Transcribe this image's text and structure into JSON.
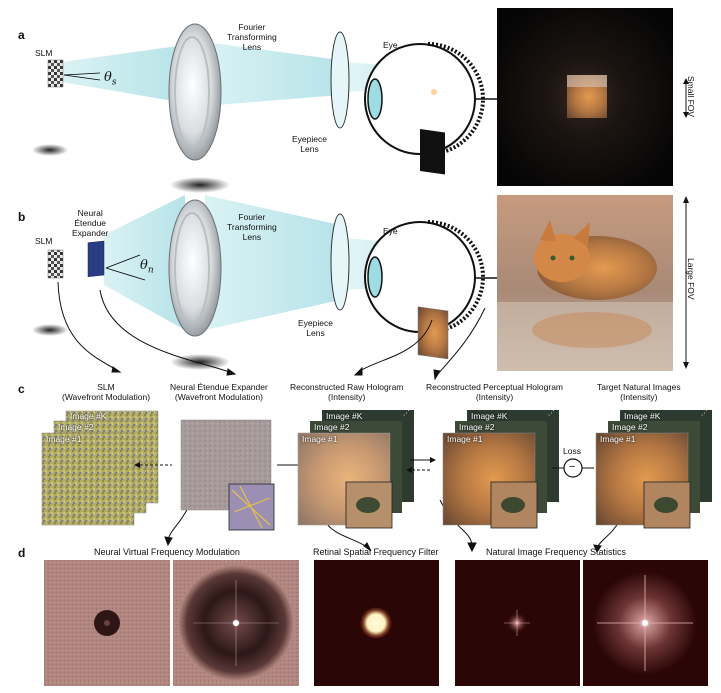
{
  "panels": {
    "a": "a",
    "b": "b",
    "c": "c",
    "d": "d"
  },
  "a": {
    "slm": "SLM",
    "theta_sym": "θ",
    "theta_sub": "s",
    "fourier_l1": "Fourier",
    "fourier_l2": "Transforming",
    "fourier_l3": "Lens",
    "eye": "Eye",
    "eyepiece_l1": "Eyepiece",
    "eyepiece_l2": "Lens",
    "fov": "Small FOV"
  },
  "b": {
    "slm": "SLM",
    "neural_l1": "Neural",
    "neural_l2": "Étendue",
    "neural_l3": "Expander",
    "theta_sym": "θ",
    "theta_sub": "n",
    "fourier_l1": "Fourier",
    "fourier_l2": "Transforming",
    "fourier_l3": "Lens",
    "eye": "Eye",
    "eyepiece_l1": "Eyepiece",
    "eyepiece_l2": "Lens",
    "fov": "Large FOV"
  },
  "c": {
    "col1_l1": "SLM",
    "col1_l2": "(Wavefront Modulation)",
    "col2_l1": "Neural Étendue Expander",
    "col2_l2": "(Wavefront Modulation)",
    "col3_l1": "Reconstructed Raw Hologram",
    "col3_l2": "(Intensity)",
    "col4_l1": "Reconstructed Perceptual Hologram",
    "col4_l2": "(Intensity)",
    "col5_l1": "Target Natural Images",
    "col5_l2": "(Intensity)",
    "imgK": "Image #K",
    "img2": "Image #2",
    "img1": "Image #1",
    "dots": "⋰",
    "loss": "Loss",
    "minus": "−"
  },
  "d": {
    "title1": "Neural Virtual Frequency Modulation",
    "title2": "Retinal Spatial Frequency Filter",
    "title3": "Natural Image Frequency Statistics"
  },
  "colors": {
    "beam": "#bfe8ec",
    "slm_noise": "#b3ad62",
    "neural_noise": "#a69b9a",
    "freq_bg": "#b18580"
  }
}
